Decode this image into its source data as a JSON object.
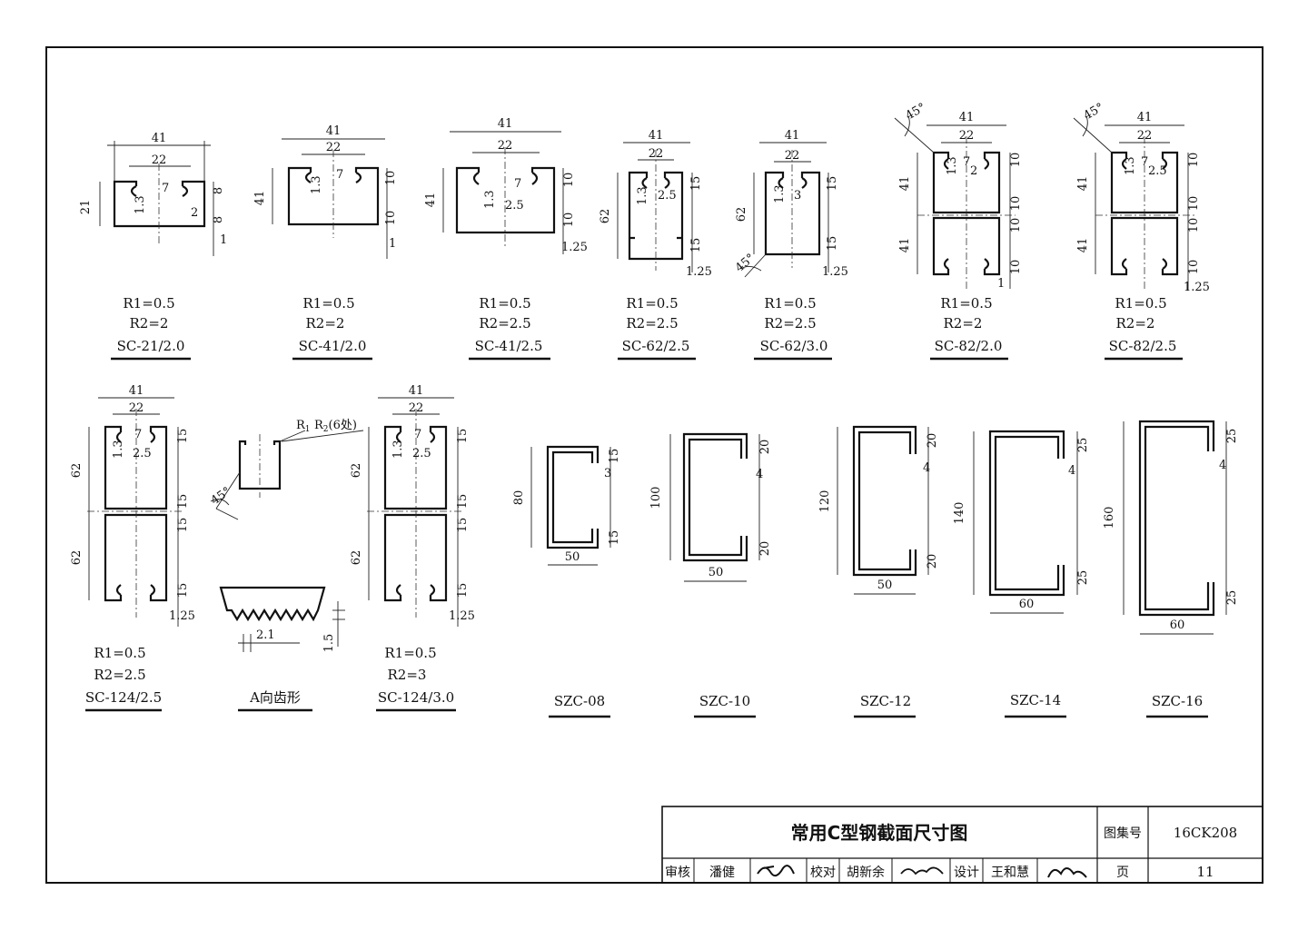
{
  "sheet": {
    "title": "常用C型钢截面尺寸图",
    "atlas_label": "图集号",
    "atlas_no": "16CK208",
    "page_label": "页",
    "page_no": "11",
    "review_label": "审核",
    "review_name": "潘健",
    "check_label": "校对",
    "check_name": "胡新余",
    "design_label": "设计",
    "design_name": "王和慧"
  },
  "sections": [
    {
      "name": "SC-21/2.0",
      "r1": "R1=0.5",
      "r2": "R2=2",
      "w": "41",
      "w2": "22",
      "h": "21",
      "dims": [
        "8",
        "8",
        "1",
        "1.3",
        "7",
        "2"
      ]
    },
    {
      "name": "SC-41/2.0",
      "r1": "R1=0.5",
      "r2": "R2=2",
      "w": "41",
      "w2": "22",
      "h": "41",
      "dims": [
        "10",
        "10",
        "1",
        "1.3",
        "7"
      ]
    },
    {
      "name": "SC-41/2.5",
      "r1": "R1=0.5",
      "r2": "R2=2.5",
      "w": "41",
      "w2": "22",
      "h": "41",
      "dims": [
        "10",
        "10",
        "1.25",
        "1.3",
        "7",
        "2.5"
      ]
    },
    {
      "name": "SC-62/2.5",
      "r1": "R1=0.5",
      "r2": "R2=2.5",
      "w": "41",
      "w2": "22",
      "h": "62",
      "dims": [
        "15",
        "15",
        "1.25",
        "1.3",
        "2.5"
      ]
    },
    {
      "name": "SC-62/3.0",
      "r1": "R1=0.5",
      "r2": "R2=2.5",
      "w": "41",
      "w2": "22",
      "h": "62",
      "dims": [
        "15",
        "15",
        "1.25",
        "1.3",
        "3",
        "45°"
      ]
    },
    {
      "name": "SC-82/2.0",
      "r1": "R1=0.5",
      "r2": "R2=2",
      "w": "41",
      "w2": "22",
      "h1": "41",
      "h2": "41",
      "angle": "45°",
      "dims": [
        "10",
        "10",
        "10",
        "10",
        "1",
        "1.3",
        "7",
        "2"
      ]
    },
    {
      "name": "SC-82/2.5",
      "r1": "R1=0.5",
      "r2": "R2=2",
      "w": "41",
      "w2": "22",
      "h1": "41",
      "h2": "41",
      "angle": "45°",
      "dims": [
        "10",
        "10",
        "10",
        "10",
        "1.25",
        "1.3",
        "7",
        "2.5"
      ]
    },
    {
      "name": "SC-124/2.5",
      "r1": "R1=0.5",
      "r2": "R2=2.5",
      "w": "41",
      "w2": "22",
      "h1": "62",
      "h2": "62",
      "dims": [
        "15",
        "15",
        "15",
        "15",
        "1.25",
        "1.3",
        "7",
        "2.5"
      ]
    },
    {
      "name": "SC-124/3.0",
      "r1": "R1=0.5",
      "r2": "R2=3",
      "w": "41",
      "w2": "22",
      "h1": "62",
      "h2": "62",
      "dims": [
        "15",
        "15",
        "15",
        "15",
        "1.25",
        "1.3",
        "7",
        "2.5"
      ]
    }
  ],
  "detail": {
    "name": "A向齿形",
    "r1": "R",
    "r1_sub": "1",
    "r2": "R",
    "r2_sub": "2",
    "r2_note": "(6处)",
    "angle": "45°",
    "pitch": "2.1",
    "depth": "1.5"
  },
  "szc": [
    {
      "name": "SZC-08",
      "h": "80",
      "w": "50",
      "lip": "15",
      "t": "3"
    },
    {
      "name": "SZC-10",
      "h": "100",
      "w": "50",
      "lip": "20",
      "t": "4"
    },
    {
      "name": "SZC-12",
      "h": "120",
      "w": "50",
      "lip": "20",
      "t": "4"
    },
    {
      "name": "SZC-14",
      "h": "140",
      "w": "60",
      "lip": "25",
      "t": "4"
    },
    {
      "name": "SZC-16",
      "h": "160",
      "w": "60",
      "lip": "25",
      "t": "4"
    }
  ]
}
